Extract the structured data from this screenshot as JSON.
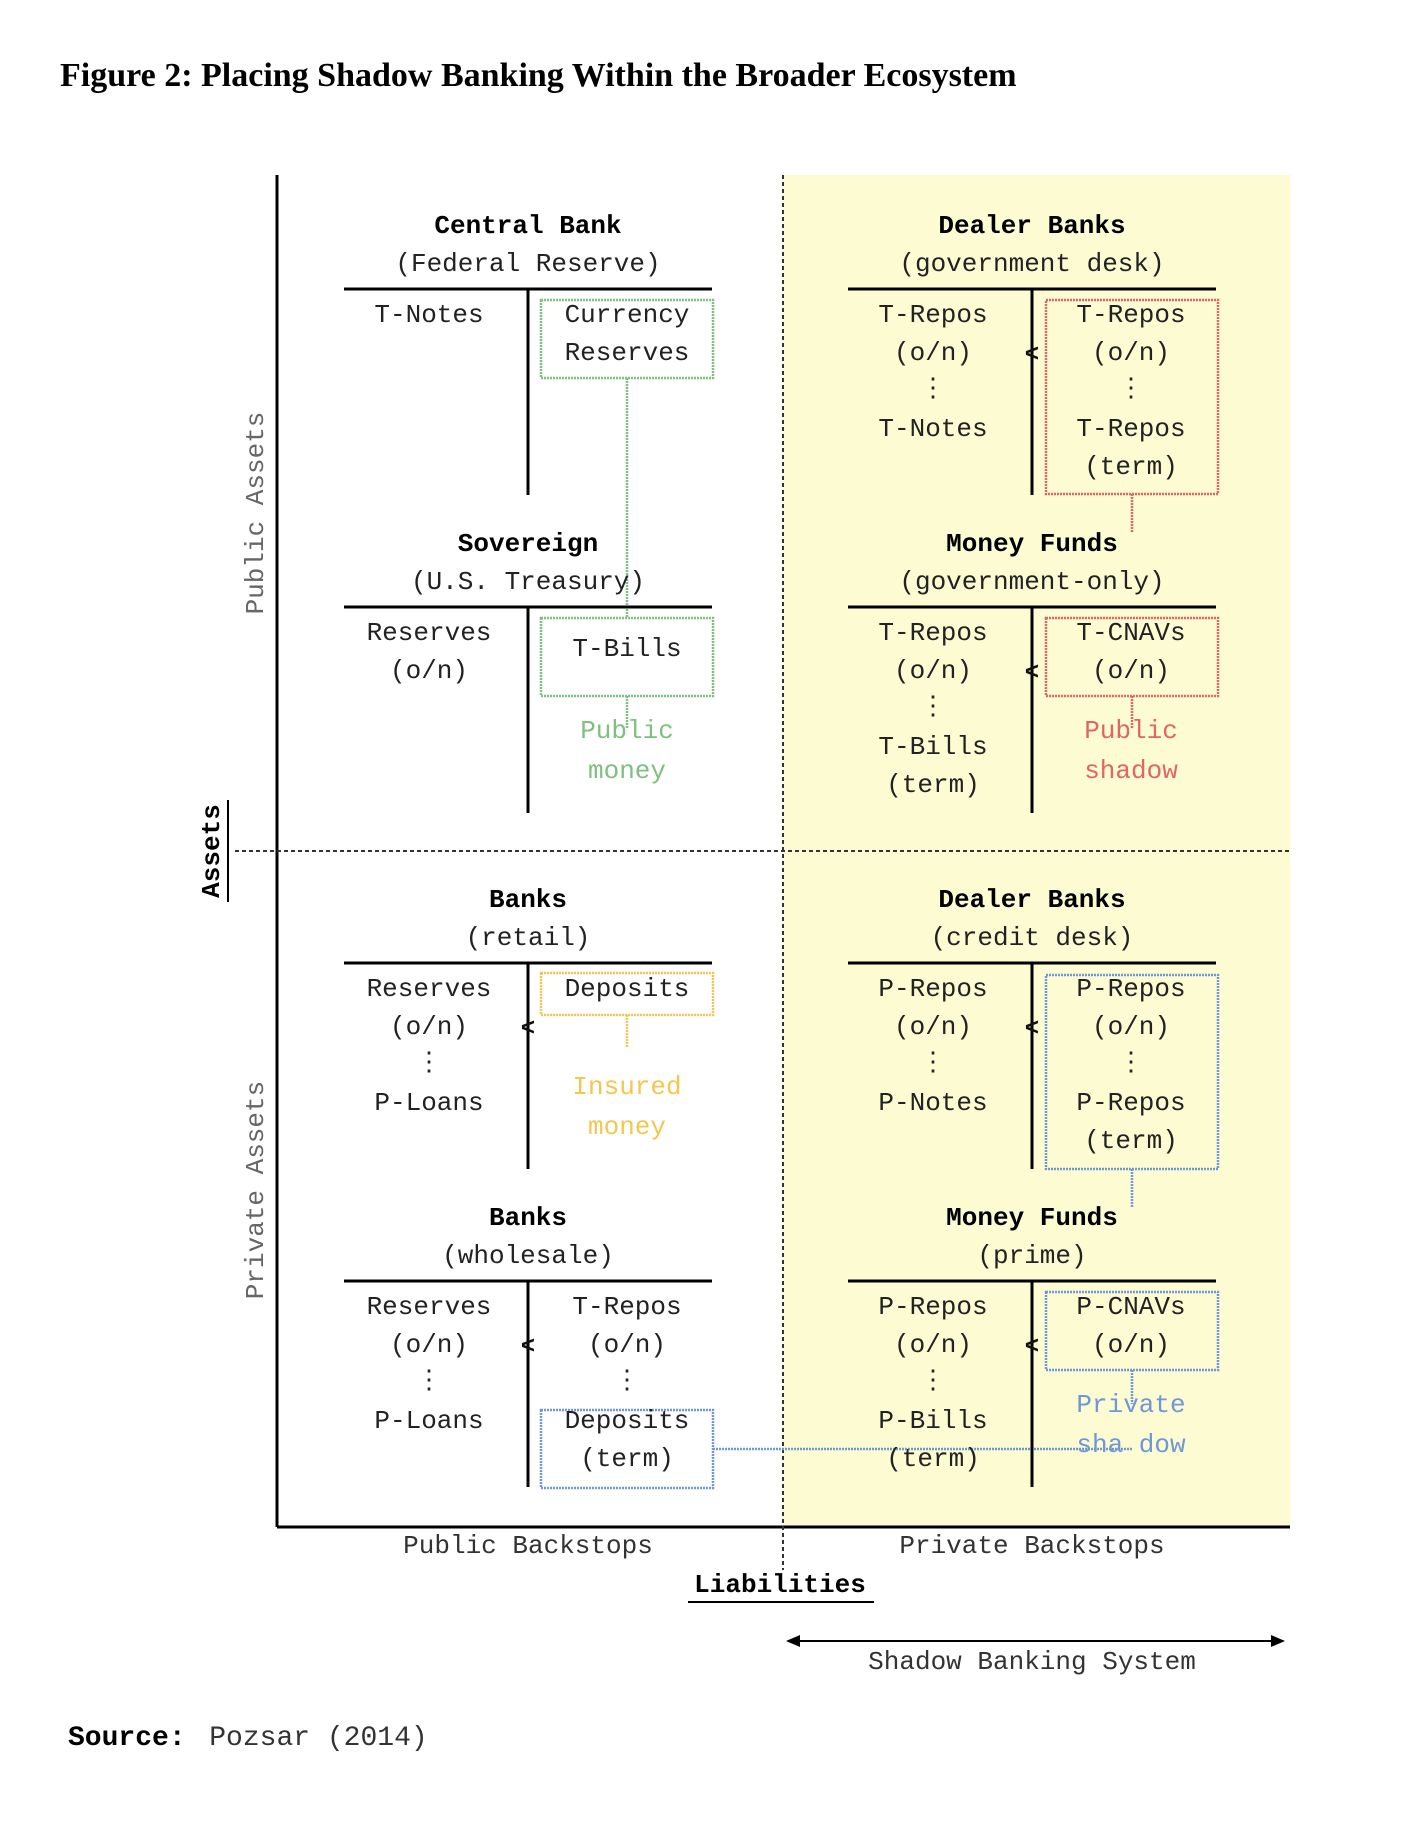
{
  "title": "Figure 2: Placing Shadow Banking Within the Broader Ecosystem",
  "colors": {
    "shadow_bg": "#fdfbd2",
    "green": "#7fbf7f",
    "red": "#e06666",
    "yellow": "#f3c74f",
    "blue": "#6f98d8"
  },
  "axes": {
    "y_top": "Public Assets",
    "y_bottom": "Private Assets",
    "y_main": "Assets",
    "x_left": "Public Backstops",
    "x_right": "Private Backstops",
    "x_main": "Liabilities",
    "shadow_system": "Shadow Banking System"
  },
  "panels": {
    "central_bank": {
      "title": "Central Bank",
      "subtitle": "(Federal Reserve)",
      "left": [
        "T-Notes"
      ],
      "right": [
        "Currency",
        "Reserves"
      ]
    },
    "sovereign": {
      "title": "Sovereign",
      "subtitle": "(U.S. Treasury)",
      "left": [
        "Reserves",
        "(o/n)"
      ],
      "right": [
        "T-Bills"
      ],
      "note": [
        "Public",
        "money"
      ]
    },
    "dealer_gov": {
      "title": "Dealer Banks",
      "subtitle": "(government desk)",
      "left": [
        "T-Repos",
        "(o/n)",
        "⋮",
        "T-Notes"
      ],
      "right": [
        "T-Repos",
        "(o/n)",
        "⋮",
        "T-Repos",
        "(term)"
      ],
      "lt": "<"
    },
    "mmf_gov": {
      "title": "Money Funds",
      "subtitle": "(government-only)",
      "left": [
        "T-Repos",
        "(o/n)",
        "⋮",
        "T-Bills",
        "(term)"
      ],
      "right": [
        "T-CNAVs",
        "(o/n)"
      ],
      "note": [
        "Public",
        "shadow"
      ],
      "lt": "<"
    },
    "banks_retail": {
      "title": "Banks",
      "subtitle": "(retail)",
      "left": [
        "Reserves",
        "(o/n)",
        "⋮",
        "P-Loans"
      ],
      "right": [
        "Deposits"
      ],
      "note": [
        "Insured",
        "money"
      ],
      "lt": "<"
    },
    "banks_wholesale": {
      "title": "Banks",
      "subtitle": "(wholesale)",
      "left": [
        "Reserves",
        "(o/n)",
        "⋮",
        "P-Loans"
      ],
      "right": [
        "T-Repos",
        "(o/n)",
        "⋮",
        "Deposits",
        "(term)"
      ],
      "lt": "<"
    },
    "dealer_credit": {
      "title": "Dealer Banks",
      "subtitle": "(credit desk)",
      "left": [
        "P-Repos",
        "(o/n)",
        "⋮",
        "P-Notes"
      ],
      "right": [
        "P-Repos",
        "(o/n)",
        "⋮",
        "P-Repos",
        "(term)"
      ],
      "lt": "<"
    },
    "mmf_prime": {
      "title": "Money Funds",
      "subtitle": "(prime)",
      "left": [
        "P-Repos",
        "(o/n)",
        "⋮",
        "P-Bills",
        "(term)"
      ],
      "right": [
        "P-CNAVs",
        "(o/n)"
      ],
      "note": [
        "Private",
        "sha dow"
      ],
      "lt": "<"
    }
  },
  "source": {
    "label": "Source:",
    "text": "Pozsar (2014)"
  }
}
